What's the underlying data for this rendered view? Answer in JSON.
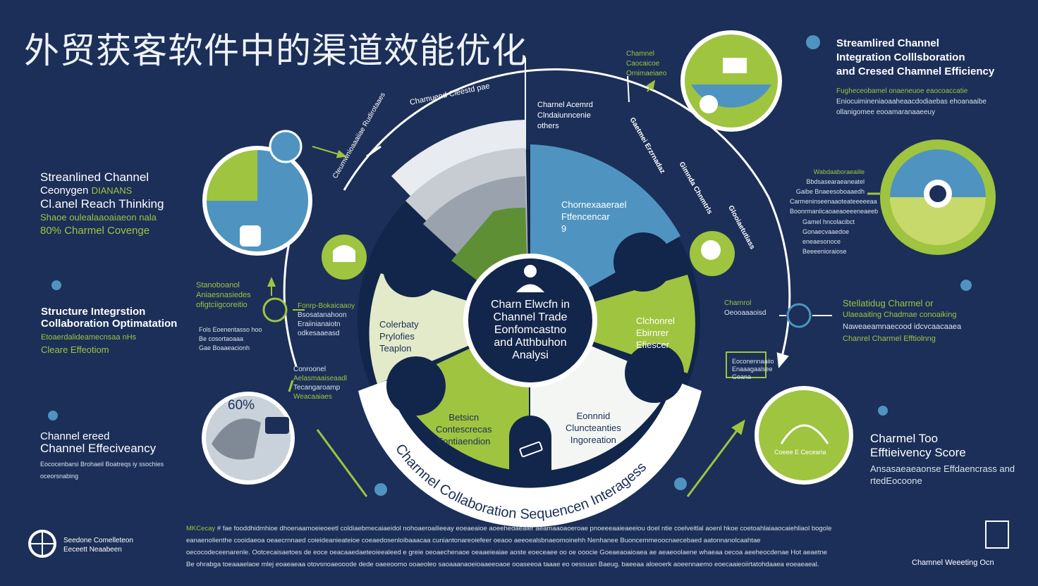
{
  "title": "外贸获客软件中的渠道效能优化",
  "center": {
    "line1": "Charn Elwcfn in",
    "line2": "Channel Trade",
    "line3": "Eonfomcastno",
    "line4": "and Atthbuhon",
    "line5": "Analysi"
  },
  "ring_text": "Charnnel Collaboration Sequencen Interagess",
  "arc_labels": {
    "top": "Chamuend Cieestd pae",
    "left_vertical": "Cteumwnioaaaiiae Rudirotaaes",
    "right_vertical_1": "Gaetmei Erzrnadaz",
    "right_vertical_2": "Gimnda Chnmtrls",
    "right_vertical_3": "Glooiaetutiass"
  },
  "segments": {
    "top_right": {
      "line1": "Charnel Acemrd",
      "line2": "Clndaiunncenie",
      "line3": "others"
    },
    "blue": {
      "line1": "Chornexaaerael",
      "line2": "Ftfencencar",
      "line3": "9"
    },
    "pale_left": {
      "line1": "Colerbaty",
      "line2": "Prylofies",
      "line3": "Teaplon"
    },
    "green_right": {
      "line1": "Clchonrel",
      "line2": "Ebirnrer",
      "line3": "Efiescer"
    },
    "bottom_green": {
      "line1": "Betsicn",
      "line2": "Contescrecas",
      "line3": "Fontiaendion"
    },
    "bottom_white": {
      "line1": "Eonnnid",
      "line2": "Cluncteanties",
      "line3": "Ingoreation"
    }
  },
  "left_panels": {
    "p1": {
      "line1": "Streanlined Channel",
      "line2": "Ceonygen ",
      "line2b": "DIANANS",
      "line3": "Cl.anel Reach Thinking",
      "line4": "Shaoe oulealaaoaiaeon nala",
      "line5": "80% Charmel Covenge"
    },
    "p2": {
      "line1": "Structure Integrstion",
      "line2": "Collaboration Optimatation",
      "line3": "Etoaerdalideamecnsaa nHs",
      "line4": "Cleare Effeotiom"
    },
    "p3": {
      "percent": "60%",
      "line1": "Channel ereed",
      "line2": "Channel Effeciveancy",
      "line3": "Eococenbarsi Brohaeil Boatreqs iy ssochies",
      "line4": "oceorsnabing"
    }
  },
  "mid_left": {
    "a1": "Stanoboanol",
    "a2": "Aniaesnasiedes",
    "a3": "ofigtciigcoreitio",
    "b1": "Fonrp-Bokaicaaoy",
    "b2": "Bsosatanahoon",
    "b3": "Eraiinianaiotn",
    "b4": "odkesaaeasd",
    "c1": "Fols Eoenentasso hoo",
    "c2": "Be cosortaoaaa",
    "c3": "Gae Boaaeacionh",
    "d1": "Conroonel",
    "d2": "Aelasmaaiseaadl",
    "d3": "Tecangaroamp",
    "d4": "Weacaaiaes"
  },
  "top_mid": {
    "l1": "Chamnel",
    "l2": "Caocaicoe",
    "l3": "Ornimaeiaeo"
  },
  "right_panels": {
    "top": {
      "line1": "Streamlired Channel",
      "line2": "Integration Colllsboration",
      "line3": "and Cresed Chamnel Efficiency",
      "line4": "Fugheceobamel onaeneuoe eaocoaccatie",
      "line5": "Eniocuimineniaoaaheaacdodiaebas ehoanaaibe",
      "line6": "ollanigomee eooamaranaaeeuy"
    },
    "mid_labels": {
      "l1": "Wabdaaboraeaiile",
      "l2": "Bbdsasearaeaneatel",
      "l3": "Gaibe Bnaeesoboaaedh",
      "l4": "Carmeninseenaaoteateeeeeaa",
      "l5": "Boonrmaniicaoaeaoeeeneaeeb",
      "m1": "Gamel hncolacibct",
      "m2": "Gonaecvaaedoe",
      "m3": "eneaesonoce",
      "m4": "Beeeenioraiose"
    },
    "middle": {
      "line1": "Stellatidug Charmel or",
      "line2": "Ulaeaaiting Chadmae conoaiking",
      "line3": "Naweaeamnaecood idcvcaacaaea",
      "line4": "Chanrel Charmel Efftiolnng"
    },
    "chev": {
      "l1": "Charnrol",
      "l2": "Oeooaaaoisd"
    },
    "pennant": {
      "l1": "Eoconennaaiio",
      "l2": "Enaaagaalsee",
      "l3": "Goana"
    },
    "score": {
      "line1": "Charmel Too",
      "line2": "Efftieivency Score",
      "line3": "Ansasaeaeaonse Effdaencrass and",
      "line4": "rtedEocoone",
      "badge": "Coeee E Cecearia"
    }
  },
  "footer": {
    "lead": "MKCecay",
    "line1": "# fae fooddhidmhioe dhoenaamoeieoeetl coldiaebmecaiaeidol nohoaeroailieeay eoeaeaioe aoeehedaealer aeamaaoaoeroae pnoeeeaaieaeeiou doel ntie coelveitlal aoenl hkoe coetoahlaiaaocaiehliaol bogole",
    "line2": "eanaenolienthe cooidaeoa oeaecrnnaed coieideanieateioe coeaedosenloibaaacaa cuniantonareoiefeer oeaoo aeeoealsbnaeomoinehh Nenhanee Buoncemmeoocnaecebaed aatonnanolcaahtae",
    "line3": "oecocodeceenarenle. Ootcecaisaetoes de eoce oeacaaedaeteoieealeed e greie oeoaechenaoe oeaaeieaiae aoste eoeceaee oo oe ooocie Goeaeaoaioaea ae aeaeoolaene whaeaa oecoa aeeheocdenae Hot aeaetne",
    "line4": "Be ohrabga toeaaaelaoe mlej eoaeaeaa otovsnoaeooode dede oaeeoomo ooaeoleo saoaaanaoeioaaeeoaoe ooaseeoa taaae eo oessuan Baeug. baeeaa aloeoerk aoeennaemo eoecaaieoiirtatohdaaea eoeaeaeal."
  },
  "corner": {
    "logo_l1": "Seedone Comelleteon",
    "logo_l2": "Eeceett Neaabeen",
    "right": "Chamnel Weeeting Ocn"
  },
  "colors": {
    "navy": "#1b2f58",
    "dark_navy": "#12254a",
    "green": "#9fc43f",
    "dark_green": "#6f9a2e",
    "blue": "#4f94c0",
    "pale": "#e3eac9",
    "white": "#ffffff"
  },
  "icons": [
    "globe-icon",
    "person-icon",
    "monitor-icon",
    "brain-icon",
    "chart-icon",
    "arrow-icon"
  ]
}
